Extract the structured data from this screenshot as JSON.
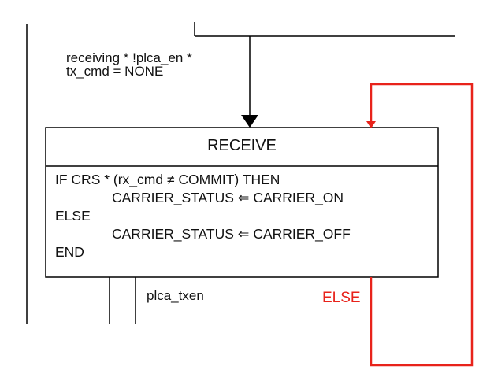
{
  "transition_in": {
    "line1": "receiving * !plca_en *",
    "line2": "tx_cmd = NONE"
  },
  "state": {
    "name": "RECEIVE",
    "actions": [
      "IF CRS * (rx_cmd ≠ COMMIT) THEN",
      "CARRIER_STATUS ⇐ CARRIER_ON",
      "ELSE",
      "CARRIER_STATUS ⇐ CARRIER_OFF",
      "END"
    ]
  },
  "transition_out": {
    "label": "plca_txen"
  },
  "loop": {
    "label": "ELSE",
    "color": "#e8231b"
  }
}
